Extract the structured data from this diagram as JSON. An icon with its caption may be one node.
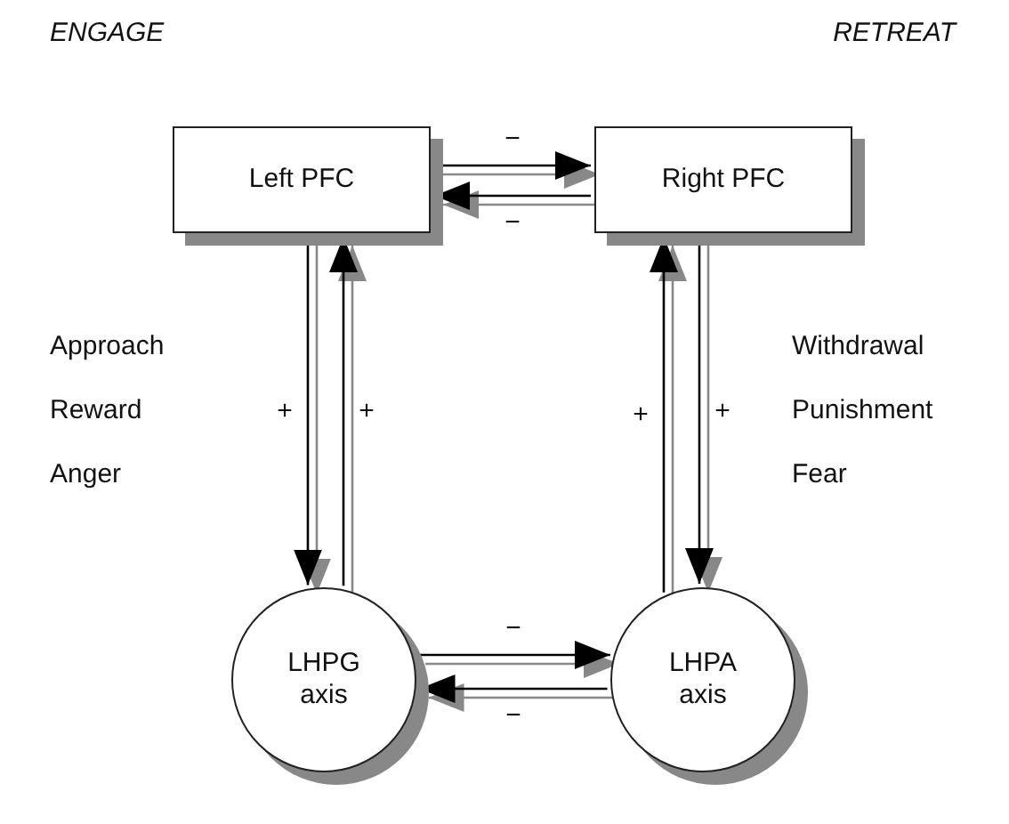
{
  "diagram": {
    "nodes": [
      {
        "text": [
          "Left PFC"
        ]
      },
      {
        "text": [
          "Right PFC"
        ]
      },
      {
        "text": [
          "LHPG axis"
        ]
      },
      {
        "text": [
          "LHPA axis"
        ]
      }
    ],
    "edges": [
      {
        "from": 0,
        "to": 1,
        "arrow": "to",
        "label": "−"
      },
      {
        "from": 1,
        "to": 0,
        "arrow": "to",
        "label": "−"
      },
      {
        "from": 0,
        "to": 2,
        "arrow": "to",
        "label": "+"
      },
      {
        "from": 2,
        "to": 0,
        "arrow": "to",
        "label": "+"
      },
      {
        "from": 3,
        "to": 1,
        "arrow": "to",
        "label": "+"
      },
      {
        "from": 1,
        "to": 3,
        "arrow": "to",
        "label": "+"
      },
      {
        "from": 2,
        "to": 3,
        "arrow": "to",
        "label": "−"
      },
      {
        "from": 3,
        "to": 2,
        "arrow": "to",
        "label": "−"
      }
    ],
    "labels": [
      "ENGAGE",
      "RETREAT",
      "Approach",
      "Withdrawal",
      "Reward",
      "Punishment",
      "Anger",
      "Fear"
    ]
  }
}
